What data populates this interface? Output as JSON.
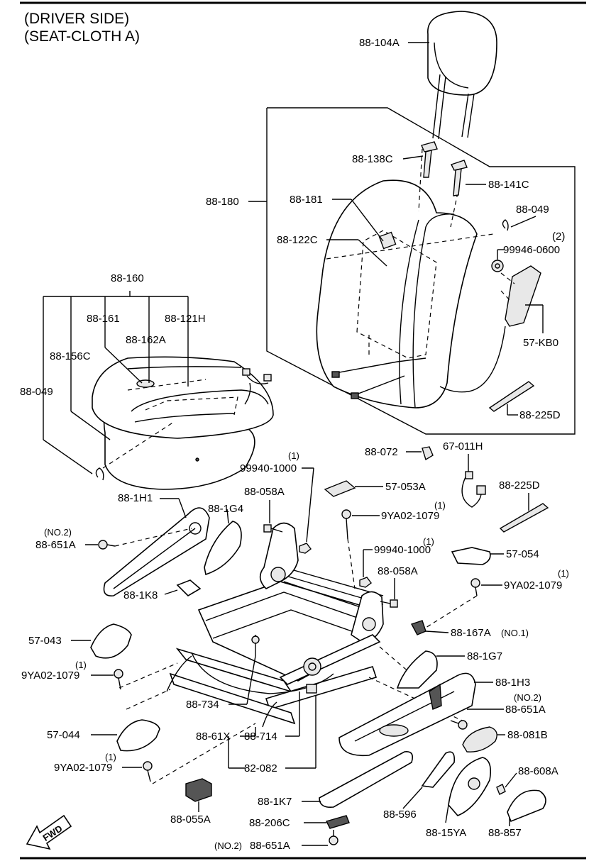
{
  "header": {
    "line1": "(DRIVER SIDE)",
    "line2": "(SEAT-CLOTH A)"
  },
  "labels": {
    "p88_104A": "88-104A",
    "p88_138C": "88-138C",
    "p88_141C": "88-141C",
    "p88_180": "88-180",
    "p88_181": "88-181",
    "p88_049_top": "88-049",
    "p88_122C": "88-122C",
    "qty_2_bolt": "(2)",
    "p99946_0600": "99946-0600",
    "p88_160": "88-160",
    "p88_161": "88-161",
    "p88_121H": "88-121H",
    "p88_162A": "88-162A",
    "p88_156C": "88-156C",
    "p57_KB0": "57-KB0",
    "p88_049_left": "88-049",
    "p88_225D_top": "88-225D",
    "p88_072": "88-072",
    "p67_011H": "67-011H",
    "qty_1_a": "(1)",
    "p99940_1000_a": "99940-1000",
    "p88_058A_a": "88-058A",
    "p57_053A": "57-053A",
    "p88_225D_mid": "88-225D",
    "qty_1_b": "(1)",
    "p9YA02_1079_a": "9YA02-1079",
    "p88_1H1": "88-1H1",
    "p88_1G4": "88-1G4",
    "no2_a": "(NO.2)",
    "p88_651A_a": "88-651A",
    "qty_1_c": "(1)",
    "p99940_1000_b": "99940-1000",
    "p57_054": "57-054",
    "p88_058A_b": "88-058A",
    "qty_1_d": "(1)",
    "p9YA02_1079_b": "9YA02-1079",
    "p88_1K8": "88-1K8",
    "p88_167A": "88-167A",
    "no1": "(NO.1)",
    "p57_043": "57-043",
    "p88_1G7": "88-1G7",
    "qty_1_e": "(1)",
    "p9YA02_1079_c": "9YA02-1079",
    "p88_1H3": "88-1H3",
    "no2_b": "(NO.2)",
    "p88_651A_b": "88-651A",
    "p88_734": "88-734",
    "p88_081B": "88-081B",
    "p57_044": "57-044",
    "p88_61X": "88-61X",
    "p88_714": "88-714",
    "qty_1_f": "(1)",
    "p9YA02_1079_d": "9YA02-1079",
    "p82_082": "82-082",
    "p88_608A": "88-608A",
    "p88_1K7": "88-1K7",
    "p88_596": "88-596",
    "p88_055A": "88-055A",
    "p88_206C": "88-206C",
    "p88_15YA": "88-15YA",
    "p88_857": "88-857",
    "no2_c": "(NO.2)",
    "p88_651A_c": "88-651A",
    "fwd": "FWD"
  }
}
